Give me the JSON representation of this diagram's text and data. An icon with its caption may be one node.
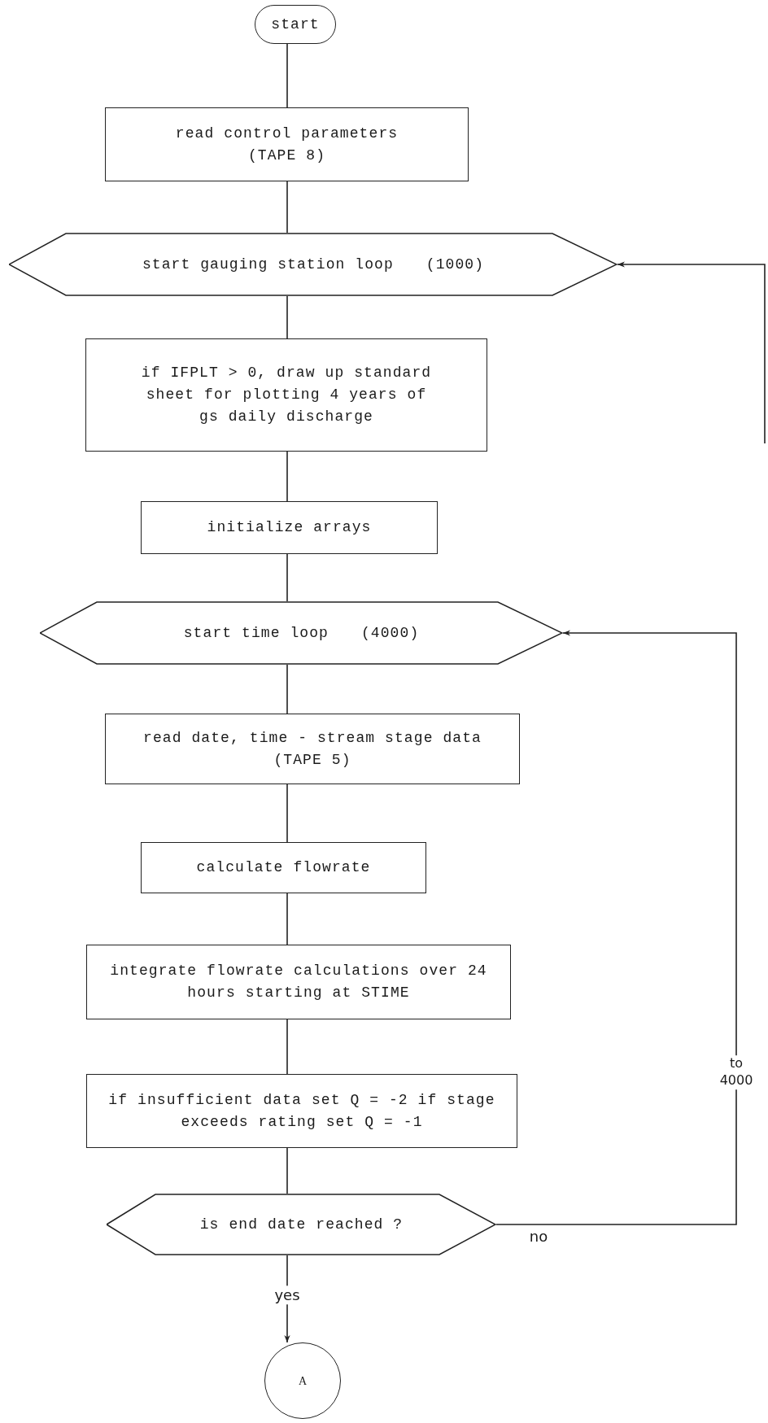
{
  "diagram": {
    "nodes": [
      {
        "text": [
          "start"
        ]
      },
      {
        "text": [
          "read control parameters (TAPE 8)"
        ]
      },
      {
        "text": [
          "start gauging station loop",
          "(1000)"
        ]
      },
      {
        "text": [
          "if IFPLT > 0, draw up standard sheet for plotting 4 years of gs daily discharge"
        ]
      },
      {
        "text": [
          "initialize arrays"
        ]
      },
      {
        "text": [
          "start time loop",
          "(4000)"
        ]
      },
      {
        "text": [
          "read date, time - stream stage data (TAPE 5)"
        ]
      },
      {
        "text": [
          "calculate flowrate"
        ]
      },
      {
        "text": [
          "integrate flowrate calculations over 24 hours starting at STIME"
        ]
      },
      {
        "text": [
          "if insufficient data set Q = -2 if stage exceeds rating set Q = -1"
        ]
      },
      {
        "text": [
          "is end date reached ?"
        ]
      },
      {
        "text": [
          "A"
        ]
      }
    ],
    "edges": [
      {
        "from": 0,
        "to": 1,
        "arrow": "none"
      },
      {
        "from": 1,
        "to": 2,
        "arrow": "none"
      },
      {
        "from": 2,
        "to": 3,
        "arrow": "none"
      },
      {
        "from": 3,
        "to": 4,
        "arrow": "none"
      },
      {
        "from": 4,
        "to": 5,
        "arrow": "none"
      },
      {
        "from": 5,
        "to": 6,
        "arrow": "none"
      },
      {
        "from": 6,
        "to": 7,
        "arrow": "none"
      },
      {
        "from": 7,
        "to": 8,
        "arrow": "none"
      },
      {
        "from": 8,
        "to": 9,
        "arrow": "none"
      },
      {
        "from": 9,
        "to": 10,
        "arrow": "none"
      },
      {
        "from": 10,
        "to": 11,
        "arrow": "to",
        "label": "yes"
      },
      {
        "from": 10,
        "to": 5,
        "arrow": "to",
        "label": "no"
      },
      {
        "from": null,
        "to": 2,
        "arrow": "to"
      }
    ],
    "labels": [
      "to 4000"
    ]
  }
}
